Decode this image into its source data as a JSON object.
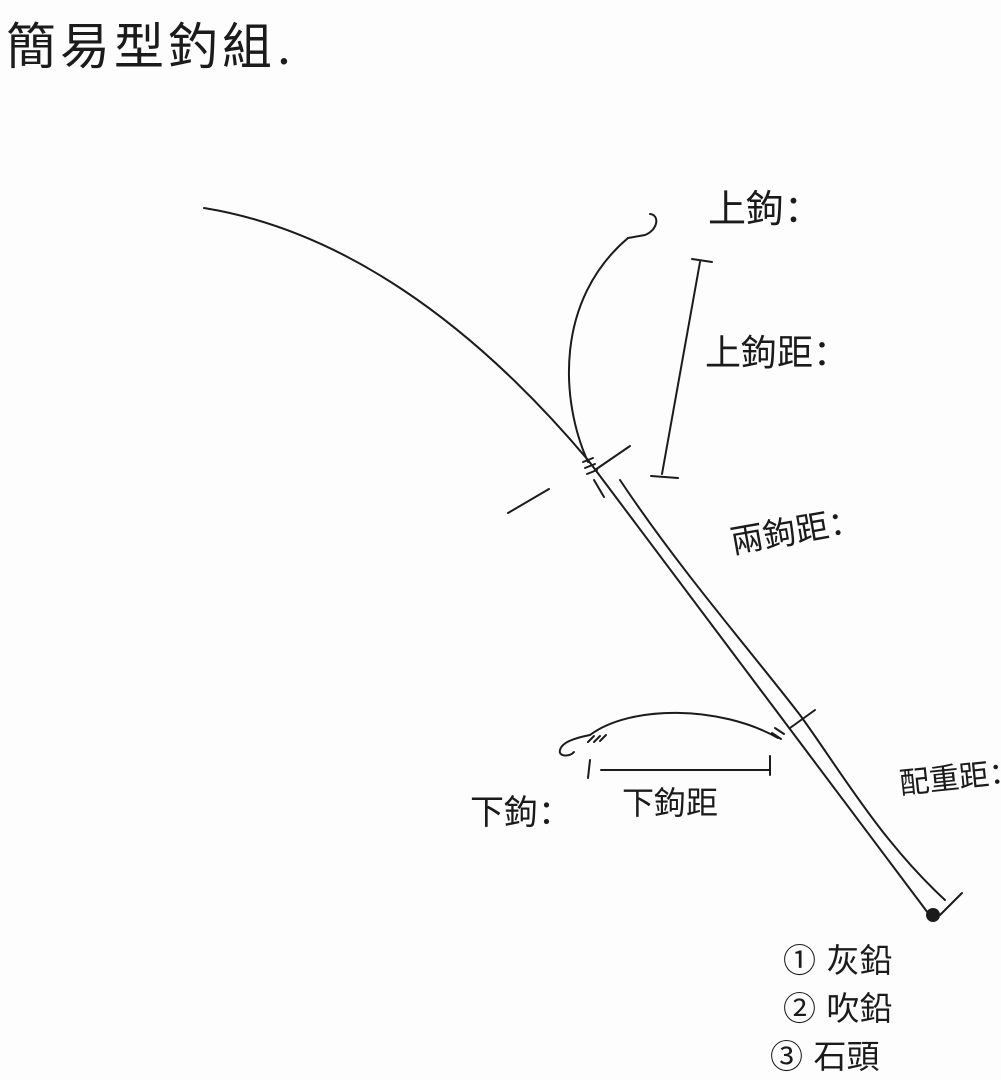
{
  "title": "簡易型釣組.",
  "labels": {
    "upper_hook": "上鉤：",
    "upper_hook_distance": "上鉤距：",
    "between_hooks_distance": "兩鉤距：",
    "weight_distance": "配重距：",
    "lower_hook": "下鉤：",
    "lower_hook_distance": "下鉤距"
  },
  "weight_options": [
    {
      "mark": "①",
      "text": "灰鉛"
    },
    {
      "mark": "②",
      "text": "吹鉛"
    },
    {
      "mark": "③",
      "text": "石頭"
    }
  ],
  "colors": {
    "ink": "#1b1b1b",
    "paper": "#fdfdfd"
  }
}
